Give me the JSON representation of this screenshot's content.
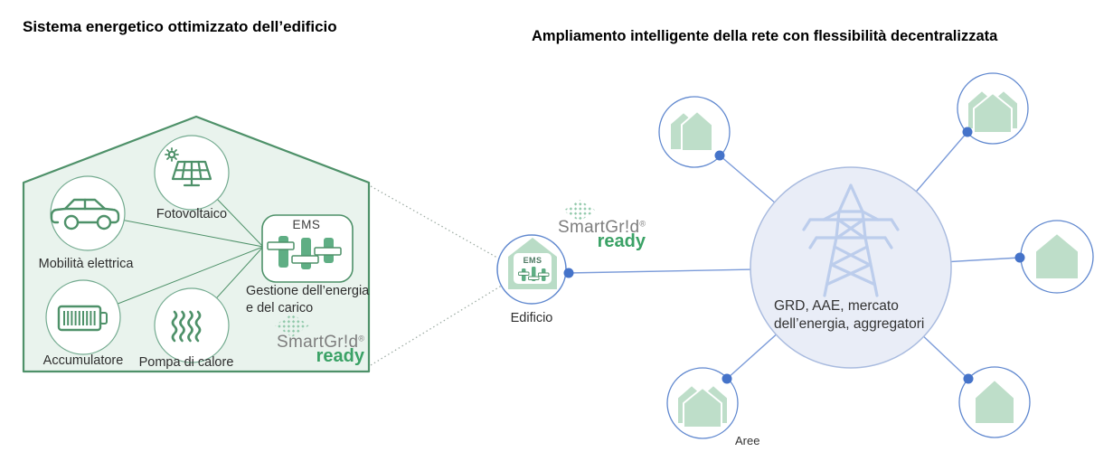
{
  "titles": {
    "left": "Sistema energetico ottimizzato dell’edificio",
    "right": "Ampliamento intelligente della rete con flessibilità decentralizzata"
  },
  "building_system": {
    "components": [
      {
        "label": "Mobilità elettrica",
        "icon": "car-icon"
      },
      {
        "label": "Fotovoltaico",
        "icon": "solar-panel-icon"
      },
      {
        "label": "Accumulatore",
        "icon": "battery-icon"
      },
      {
        "label": "Pompa di calore",
        "icon": "heat-pump-icon"
      }
    ],
    "ems": {
      "title": "EMS",
      "caption_line1": "Gestione dell’energia",
      "caption_line2": "e del carico",
      "icon": "sliders-icon"
    }
  },
  "smartgrid_logo": {
    "brand": "SmartGr!d",
    "registered": "®",
    "tagline": "ready"
  },
  "network": {
    "building_node": {
      "label": "Edificio",
      "ems_label": "EMS",
      "icon": "house-ems-icon"
    },
    "hub": {
      "label_line1": "GRD, AAE, mercato",
      "label_line2": "dell’energia, aggregatori",
      "icon": "transmission-tower-icon"
    },
    "satellites": [
      {
        "position": "top-left",
        "houses": 2
      },
      {
        "position": "top-right",
        "houses": 3
      },
      {
        "position": "right",
        "houses": 1
      },
      {
        "position": "bottom-right",
        "houses": 1
      },
      {
        "position": "bottom-left",
        "houses": 3
      }
    ],
    "area_label": "Aree"
  },
  "colors": {
    "green_stroke": "#4e9169",
    "green_fill_light": "#e9f3ed",
    "green_house_fill": "#bedec9",
    "slider_green": "#5fae84",
    "logo_gray": "#7e7e7e",
    "logo_green": "#3ba266",
    "blue_dot": "#4573c9",
    "blue_line": "#7b9bd9",
    "hub_fill": "#e9edf7",
    "hub_stroke": "#a9bbdf",
    "tower_blue": "#bccdec"
  }
}
